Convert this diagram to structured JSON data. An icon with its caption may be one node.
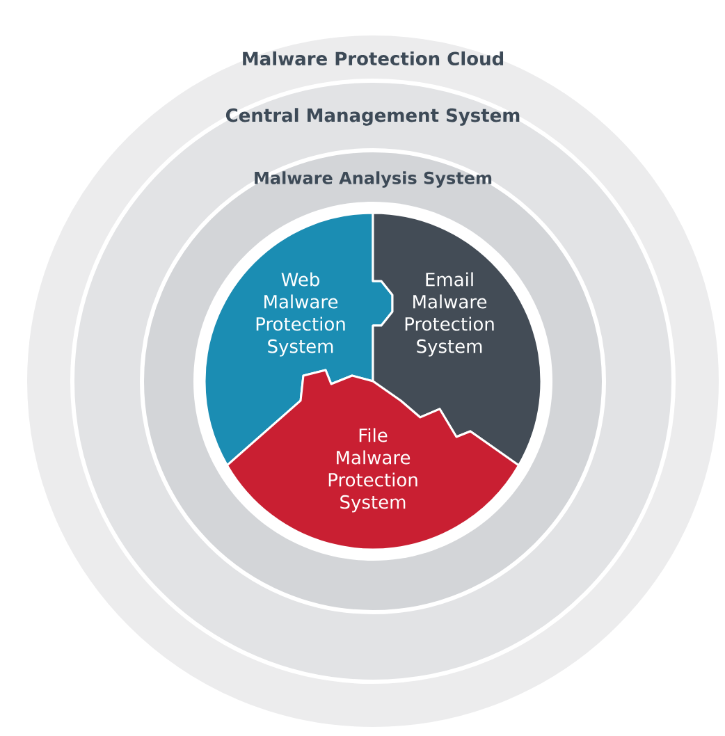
{
  "diagram": {
    "nodes": [
      {
        "text": [
          "Malware Protection Cloud"
        ]
      },
      {
        "text": [
          "Central Management System"
        ],
        "in": 0
      },
      {
        "text": [
          "Malware Analysis System"
        ],
        "in": 1
      },
      {
        "text": [
          "Web Malware Protection System"
        ],
        "in": 2
      },
      {
        "text": [
          "Email Malware Protection System"
        ],
        "in": 2
      },
      {
        "text": [
          "File Malware Protection System"
        ],
        "in": 2
      }
    ]
  }
}
